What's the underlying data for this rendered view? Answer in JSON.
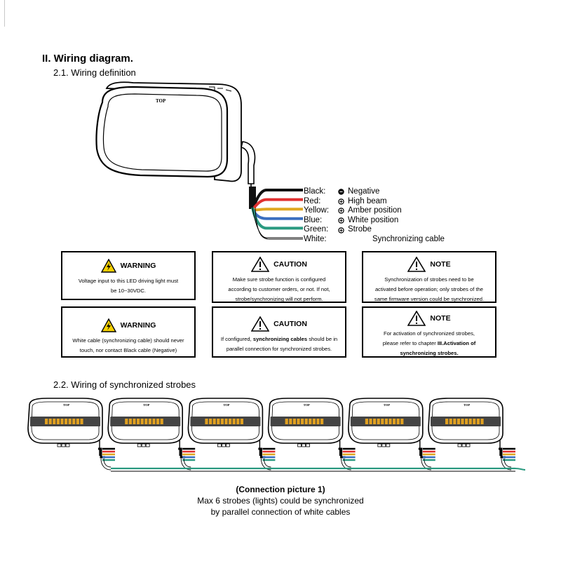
{
  "section_title": "II.  Wiring diagram.",
  "subsection_1": "2.1. Wiring definition",
  "subsection_2": "2.2. Wiring of synchronized strobes",
  "lamp_label": "TOP",
  "wires": [
    {
      "color_name": "Black:",
      "symbol": "minus",
      "function": "Negative",
      "color": "#111111"
    },
    {
      "color_name": "Red:",
      "symbol": "plus",
      "function": "High beam",
      "color": "#e03030"
    },
    {
      "color_name": "Yellow:",
      "symbol": "plus",
      "function": "Amber position",
      "color": "#e0a820"
    },
    {
      "color_name": "Blue:",
      "symbol": "plus",
      "function": "White position",
      "color": "#3a6fc0"
    },
    {
      "color_name": "Green:",
      "symbol": "plus",
      "function": "Strobe",
      "color": "#2a9a80"
    },
    {
      "color_name": "White:",
      "symbol": "none",
      "function": "Synchronizing cable",
      "color": "#ffffff"
    }
  ],
  "notices_row1": [
    {
      "type": "warning",
      "title": "WARNING",
      "lines": [
        "Voltage input to this LED driving light must",
        "be 10~30VDC."
      ]
    },
    {
      "type": "caution",
      "title": "CAUTION",
      "lines": [
        "Make sure strobe function is configured",
        "according to customer orders, or not. If not,",
        "strobe/synchronizing will not perform."
      ]
    },
    {
      "type": "note",
      "title": "NOTE",
      "lines": [
        "Synchronization of strobes need to be",
        "activated before operation; only strobes of the",
        "same firmware version could be synchronized."
      ]
    }
  ],
  "notices_row2": {
    "warning": {
      "title": "WARNING",
      "line1": "White cable (synchronizing cable) should never",
      "line2": "touch, nor contact Black cable (Negative)"
    },
    "caution": {
      "title": "CAUTION",
      "line1_pre": "If configured, ",
      "line1_bold": "synchronizing cables",
      "line1_post": " should be in",
      "line2": "parallel connection for synchronized strobes."
    },
    "note": {
      "title": "NOTE",
      "line1": "For activation of synchronized strobes,",
      "line2_pre": "please refer to chapter ",
      "line2_bold": "III.Activation of",
      "line3_bold": "synchronizing strobes."
    }
  },
  "strobe_count": 6,
  "sync_wire_color": "#2a9a80",
  "caption": {
    "title": "(Connection picture 1)",
    "line1": "Max 6 strobes (lights) could be synchronized",
    "line2": "by parallel connection of white cables"
  }
}
